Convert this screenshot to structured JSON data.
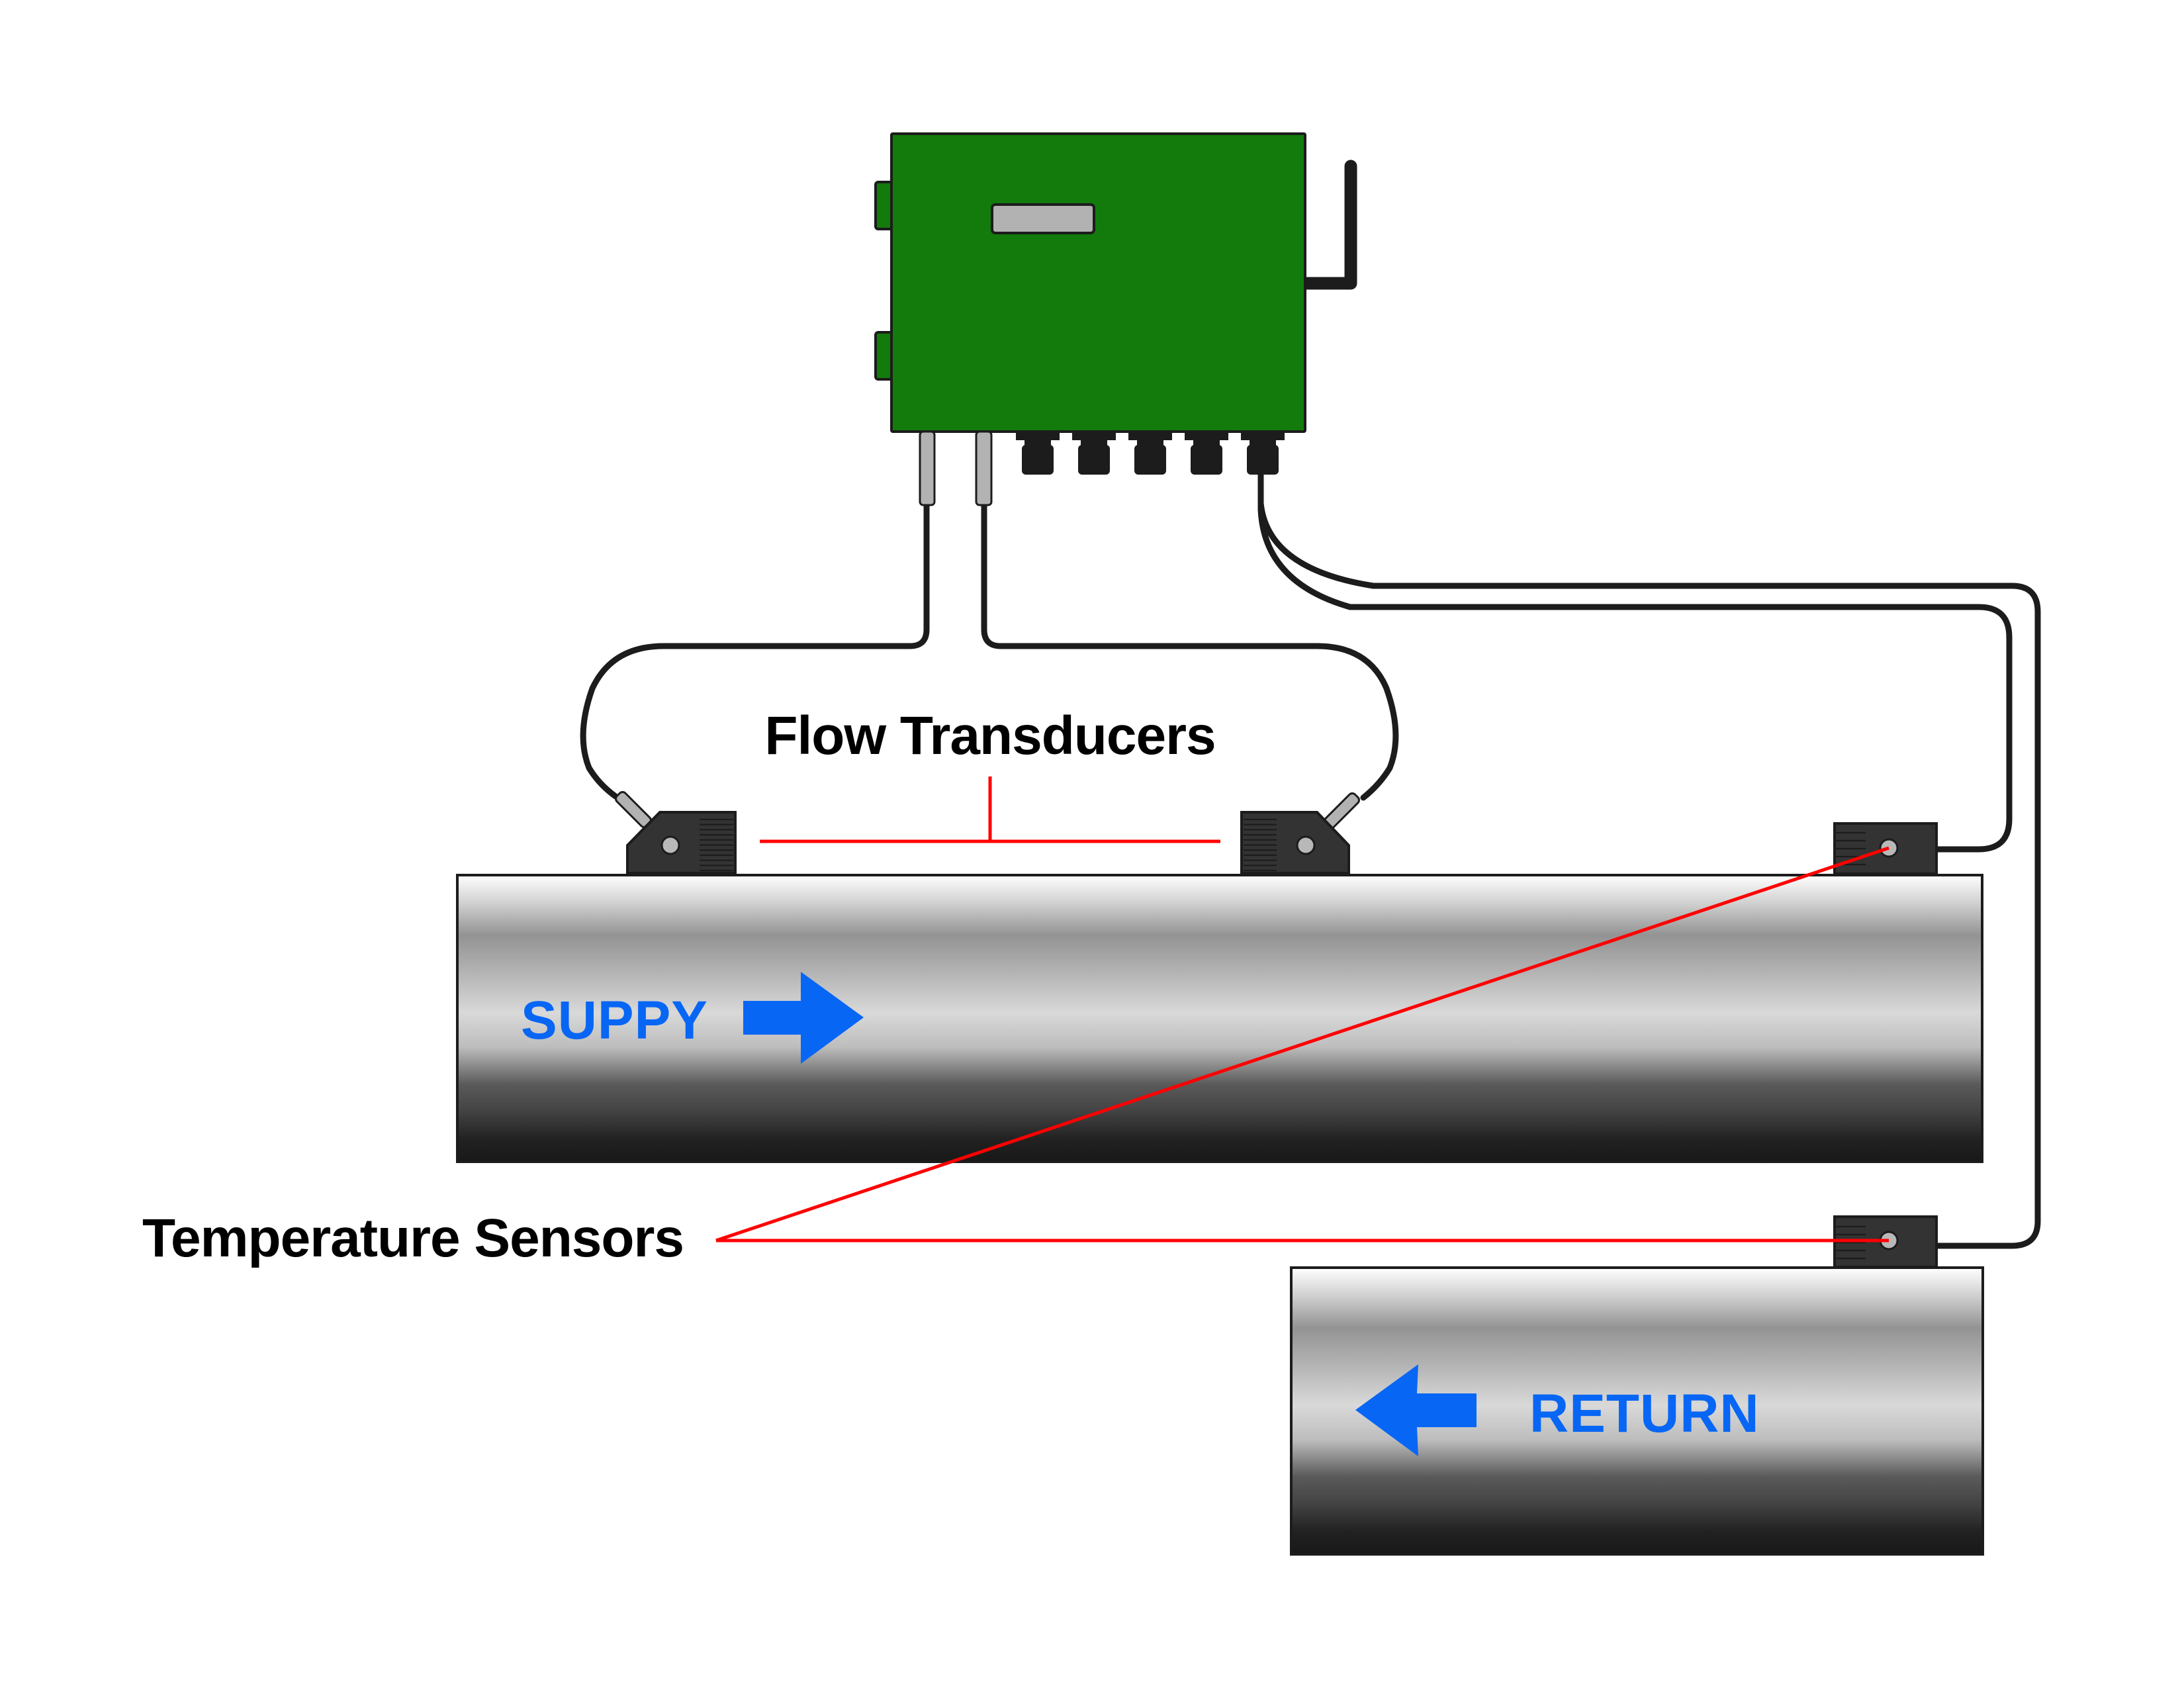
{
  "diagram": {
    "title": "Ultrasonic clamp-on BTU / energy meter installation",
    "labels": {
      "flow_transducers": "Flow Transducers",
      "temperature_sensors": "Temperature Sensors",
      "supply_pipe": "SUPPY",
      "return_pipe": "RETURN"
    },
    "components": {
      "meter": {
        "name": "flow-meter-enclosure",
        "connector_glands": 5,
        "probe_outputs": 2,
        "side_tabs": 2,
        "has_antenna": true,
        "has_display": true
      },
      "flow_transducers": {
        "count": 2,
        "mounted_on": "supply pipe"
      },
      "temperature_sensors": {
        "count": 2,
        "mounted_on": [
          "supply pipe",
          "return pipe"
        ]
      }
    },
    "flow_direction": {
      "supply": "right",
      "return": "left"
    },
    "colors": {
      "enclosure_green": "#127b0c",
      "outline": "#1c1c1c",
      "display_gray": "#b2b2b2",
      "sensor_body": "#333333",
      "leader_red": "#ff0000",
      "pipe_label_blue": "#0866f5",
      "pipe_gradient": [
        "#ffffff",
        "#cfcfcf",
        "#939393",
        "#b6b6b6",
        "#d9d9d9",
        "#bdbdbd",
        "#5a5a5a",
        "#444444",
        "#222222",
        "#181818"
      ]
    }
  }
}
